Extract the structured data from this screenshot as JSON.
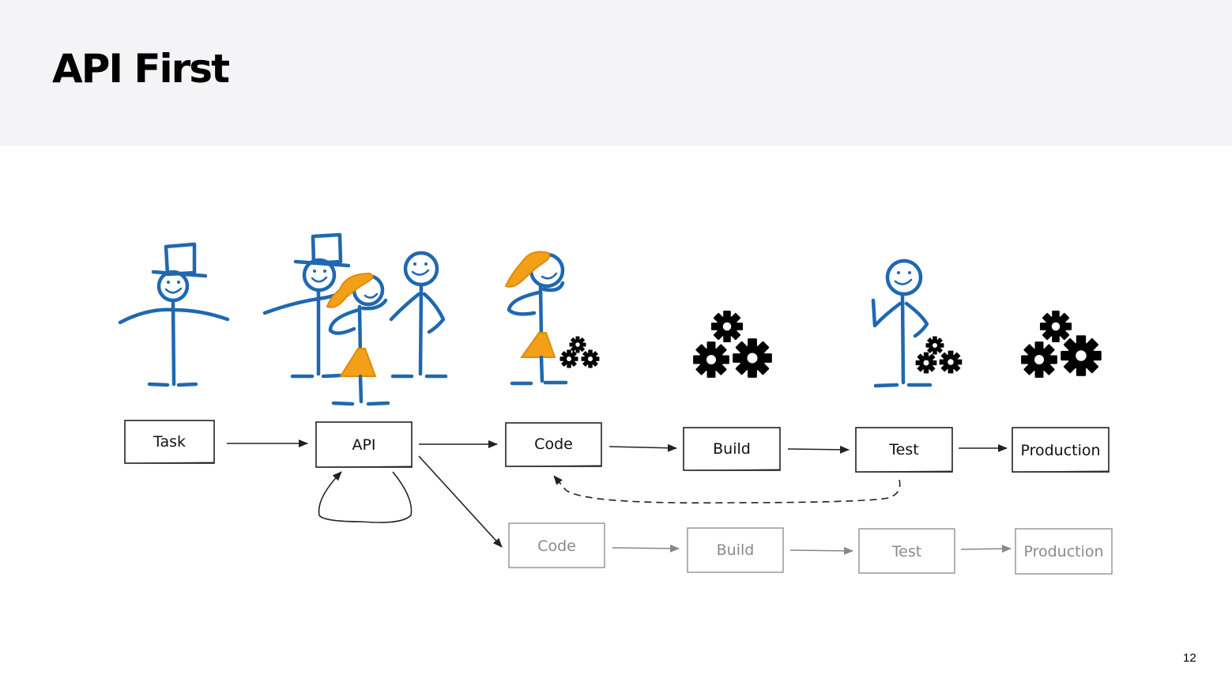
{
  "slide": {
    "title": "API First",
    "page_number": "12"
  },
  "main_flow": [
    "Task",
    "API",
    "Code",
    "Build",
    "Test",
    "Production"
  ],
  "parallel_flow": [
    "Code",
    "Build",
    "Test",
    "Production"
  ],
  "colors": {
    "header_bg": "#f4f4f6",
    "figure_blue": "#1f68b0",
    "accent_orange": "#f3a019",
    "main_stroke": "#333333",
    "faded_stroke": "#9a9a9a"
  }
}
